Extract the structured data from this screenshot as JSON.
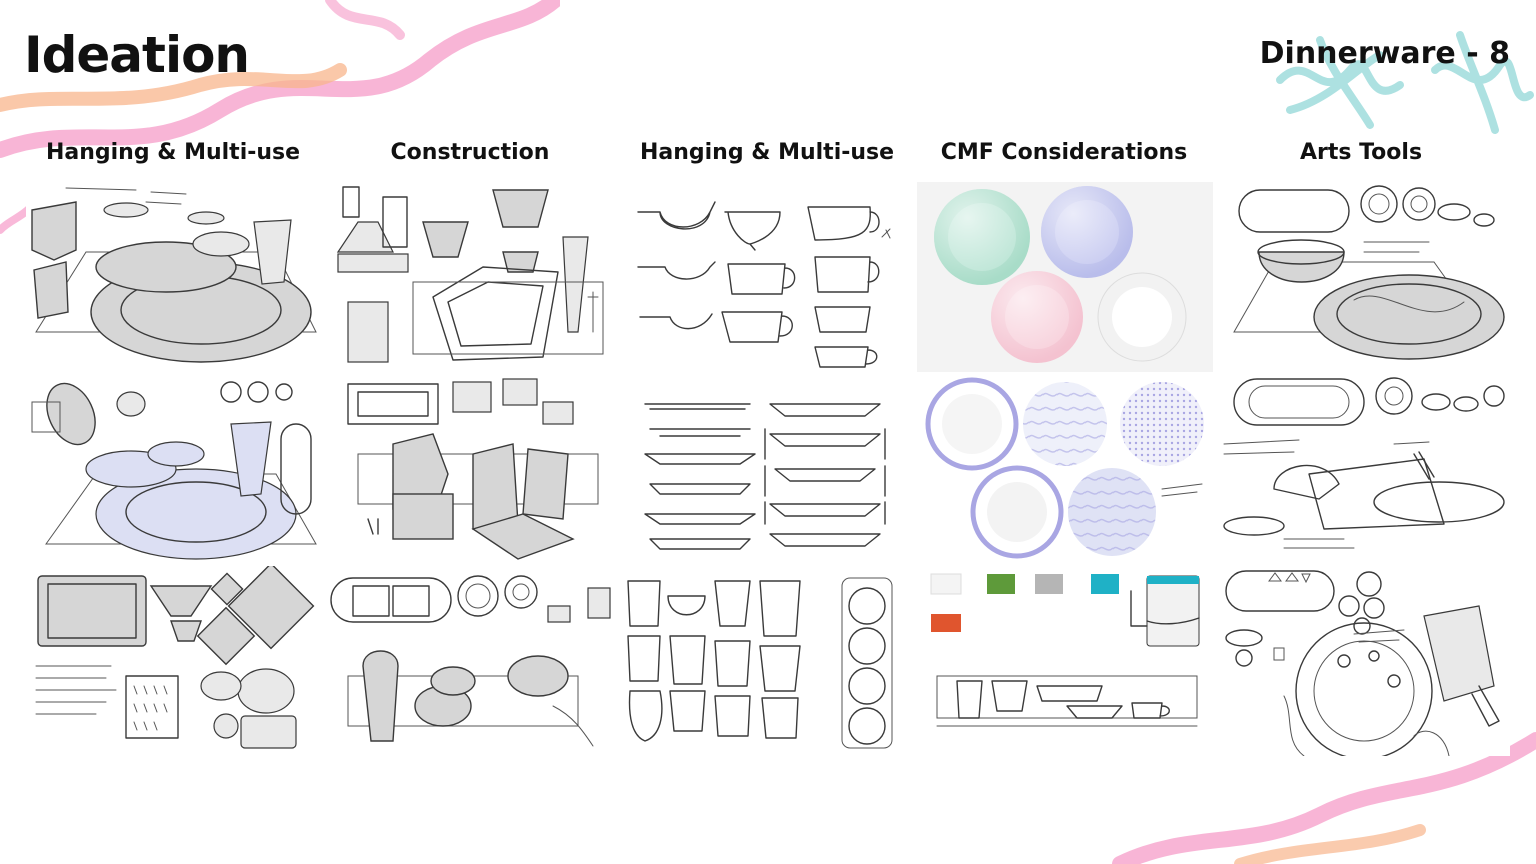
{
  "slide": {
    "title": "Ideation",
    "subtitle": "Dinnerware - 8"
  },
  "columns": [
    {
      "heading": "Hanging & Multi-use"
    },
    {
      "heading": "Construction"
    },
    {
      "heading": "Hanging & Multi-use"
    },
    {
      "heading": "CMF Considerations"
    },
    {
      "heading": "Arts Tools"
    }
  ],
  "colors": {
    "deco_pink": "#f7a8cf",
    "deco_orange": "#f8b58c",
    "deco_teal": "#9fdcdc",
    "plate_mint": "#a8dcc8",
    "plate_lavender": "#b9bdeb",
    "plate_pink": "#f4c2d0",
    "plate_white": "#f2f2f2",
    "rim_purple": "#a9a6e3",
    "swatch_white": "#f4f4f4",
    "swatch_green": "#5e9a3a",
    "swatch_silver": "#b5b5b5",
    "swatch_teal": "#1fb1c6",
    "swatch_orange": "#e0552e"
  }
}
